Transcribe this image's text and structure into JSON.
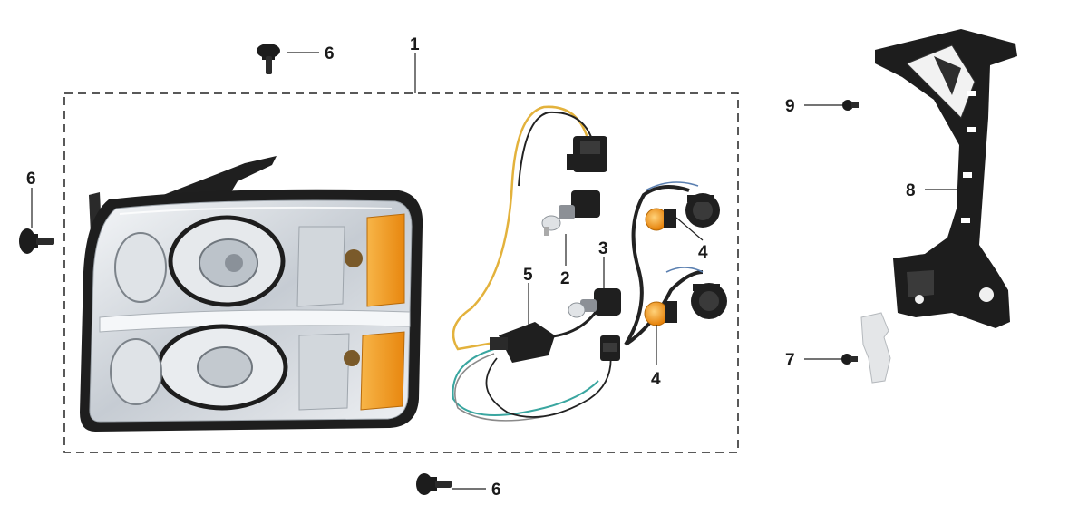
{
  "callouts": {
    "c1": "1",
    "c2": "2",
    "c3": "3",
    "c4a": "4",
    "c4b": "4",
    "c5": "5",
    "c6_top": "6",
    "c6_left": "6",
    "c6_bottom": "6",
    "c7": "7",
    "c8": "8",
    "c9": "9"
  },
  "colors": {
    "amber": "#f39a1c",
    "chrome": "#d9dde2",
    "black_part": "#1c1c1c",
    "wire_yellow": "#e3b23c",
    "wire_teal": "#3aa6a0"
  }
}
